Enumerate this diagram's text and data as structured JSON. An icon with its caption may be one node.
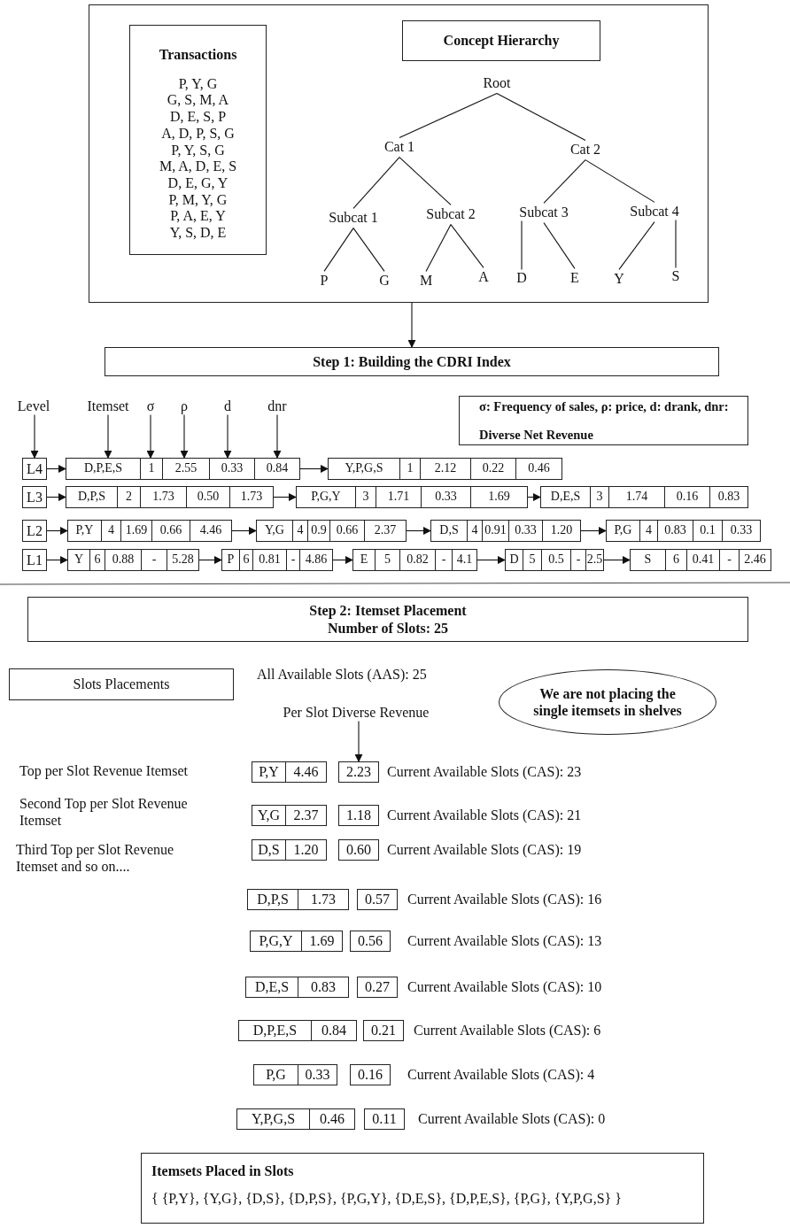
{
  "diagram": {
    "nodes": [
      {
        "text": [],
        "shape": "box"
      },
      {
        "text": [
          "Transactions",
          "P, Y, G",
          "G, S, M, A",
          "D, E, S, P",
          "A, D, P, S, G",
          "P, Y, S, G",
          "M, A, D, E, S",
          "D, E, G, Y",
          "P, M, Y, G",
          "P, A, E, Y",
          "Y, S, D, E"
        ],
        "in": 0
      },
      {
        "text": [
          "Concept Hierarchy"
        ],
        "in": 0
      },
      {
        "text": [
          "Root"
        ],
        "in": 0
      },
      {
        "text": [
          "Cat 1"
        ],
        "in": 0
      },
      {
        "text": [
          "Cat 2"
        ],
        "in": 0
      },
      {
        "text": [
          "Subcat 1"
        ],
        "in": 0
      },
      {
        "text": [
          "Subcat 2"
        ],
        "in": 0
      },
      {
        "text": [
          "Subcat 3"
        ],
        "in": 0
      },
      {
        "text": [
          "Subcat 4"
        ],
        "in": 0
      },
      {
        "text": [
          "P"
        ],
        "in": 0
      },
      {
        "text": [
          "G"
        ],
        "in": 0
      },
      {
        "text": [
          "M"
        ],
        "in": 0
      },
      {
        "text": [
          "A"
        ],
        "in": 0
      },
      {
        "text": [
          "D"
        ],
        "in": 0
      },
      {
        "text": [
          "E"
        ],
        "in": 0
      },
      {
        "text": [
          "Y"
        ],
        "in": 0
      },
      {
        "text": [
          "S"
        ],
        "in": 0
      },
      {
        "text": [
          "Step 1: Building the CDRI Index"
        ]
      },
      {
        "text": [
          "Level"
        ]
      },
      {
        "text": [
          "Itemset"
        ]
      },
      {
        "text": [
          "σ"
        ]
      },
      {
        "text": [
          "ρ"
        ]
      },
      {
        "text": [
          "d"
        ]
      },
      {
        "text": [
          "dnr"
        ]
      },
      {
        "text": [
          "σ: Frequency of sales, ρ: price, d: drank, dnr: Diverse Net Revenue"
        ]
      },
      {
        "text": [
          "L4"
        ]
      },
      {
        "text": [
          "D,P,E,S",
          "1",
          "2.55",
          "0.33",
          "0.84"
        ]
      },
      {
        "text": [
          "Y,P,G,S",
          "1",
          "2.12",
          "0.22",
          "0.46"
        ]
      },
      {
        "text": [
          "L3"
        ]
      },
      {
        "text": [
          "D,P,S",
          "2",
          "1.73",
          "0.50",
          "1.73"
        ]
      },
      {
        "text": [
          "P,G,Y",
          "3",
          "1.71",
          "0.33",
          "1.69"
        ]
      },
      {
        "text": [
          "D,E,S",
          "3",
          "1.74",
          "0.16",
          "0.83"
        ]
      },
      {
        "text": [
          "L2"
        ]
      },
      {
        "text": [
          "P,Y",
          "4",
          "1.69",
          "0.66",
          "4.46"
        ]
      },
      {
        "text": [
          "Y,G",
          "4",
          "0.9",
          "0.66",
          "2.37"
        ]
      },
      {
        "text": [
          "D,S",
          "4",
          "0.91",
          "0.33",
          "1.20"
        ]
      },
      {
        "text": [
          "P,G",
          "4",
          "0.83",
          "0.1",
          "0.33"
        ]
      },
      {
        "text": [
          "L1"
        ]
      },
      {
        "text": [
          "Y",
          "6",
          "0.88",
          "-",
          "5.28"
        ]
      },
      {
        "text": [
          "P",
          "6",
          "0.81",
          "-",
          "4.86"
        ]
      },
      {
        "text": [
          "E",
          "5",
          "0.82",
          "-",
          "4.1"
        ]
      },
      {
        "text": [
          "D",
          "5",
          "0.5",
          "-",
          "2.5"
        ]
      },
      {
        "text": [
          "S",
          "6",
          "0.41",
          "-",
          "2.46"
        ]
      },
      {
        "text": [
          "Step 2: Itemset Placement",
          "Number of Slots: 25"
        ]
      },
      {
        "text": [
          "Slots Placements"
        ]
      },
      {
        "text": [
          "We are not placing the single itemsets in shelves"
        ]
      },
      {
        "text": [
          "Per Slot Diverse Revenue"
        ]
      },
      {
        "text": [
          "P,Y",
          "4.46"
        ]
      },
      {
        "text": [
          "2.23"
        ]
      },
      {
        "text": [
          "Y,G",
          "2.37"
        ]
      },
      {
        "text": [
          "1.18"
        ]
      },
      {
        "text": [
          "D,S",
          "1.20"
        ]
      },
      {
        "text": [
          "0.60"
        ]
      },
      {
        "text": [
          "D,P,S",
          "1.73"
        ]
      },
      {
        "text": [
          "0.57"
        ]
      },
      {
        "text": [
          "P,G,Y",
          "1.69"
        ]
      },
      {
        "text": [
          "0.56"
        ]
      },
      {
        "text": [
          "D,E,S",
          "0.83"
        ]
      },
      {
        "text": [
          "0.27"
        ]
      },
      {
        "text": [
          "D,P,E,S",
          "0.84"
        ]
      },
      {
        "text": [
          "0.21"
        ]
      },
      {
        "text": [
          "P,G",
          "0.33"
        ]
      },
      {
        "text": [
          "0.16"
        ]
      },
      {
        "text": [
          "Y,P,G,S",
          "0.46"
        ]
      },
      {
        "text": [
          "0.11"
        ]
      },
      {
        "text": [
          "Itemsets Placed in Slots",
          "{ {P,Y}, {Y,G}, {D,S}, {D,P,S}, {P,G,Y}, {D,E,S}, {D,P,E,S}, {P,G}, {Y,P,G,S} }"
        ]
      }
    ],
    "edges": [
      {
        "from": 3,
        "to": 4,
        "arrow": "none"
      },
      {
        "from": 3,
        "to": 5,
        "arrow": "none"
      },
      {
        "from": 4,
        "to": 6,
        "arrow": "none"
      },
      {
        "from": 4,
        "to": 7,
        "arrow": "none"
      },
      {
        "from": 5,
        "to": 8,
        "arrow": "none"
      },
      {
        "from": 5,
        "to": 9,
        "arrow": "none"
      },
      {
        "from": 6,
        "to": 10,
        "arrow": "none"
      },
      {
        "from": 6,
        "to": 11,
        "arrow": "none"
      },
      {
        "from": 7,
        "to": 12,
        "arrow": "none"
      },
      {
        "from": 7,
        "to": 13,
        "arrow": "none"
      },
      {
        "from": 8,
        "to": 14,
        "arrow": "none"
      },
      {
        "from": 8,
        "to": 15,
        "arrow": "none"
      },
      {
        "from": 9,
        "to": 16,
        "arrow": "none"
      },
      {
        "from": 9,
        "to": 17,
        "arrow": "none"
      },
      {
        "from": 0,
        "to": 18,
        "arrow": "to"
      },
      {
        "from": 19,
        "to": 26,
        "arrow": "to"
      },
      {
        "from": 20,
        "to": 27,
        "arrow": "to"
      },
      {
        "from": 21,
        "to": 27,
        "arrow": "to"
      },
      {
        "from": 22,
        "to": 27,
        "arrow": "to"
      },
      {
        "from": 23,
        "to": 27,
        "arrow": "to"
      },
      {
        "from": 24,
        "to": 27,
        "arrow": "to"
      },
      {
        "from": 26,
        "to": 27,
        "arrow": "to"
      },
      {
        "from": 27,
        "to": 28,
        "arrow": "to"
      },
      {
        "from": 29,
        "to": 30,
        "arrow": "to"
      },
      {
        "from": 30,
        "to": 31,
        "arrow": "to"
      },
      {
        "from": 31,
        "to": 32,
        "arrow": "to"
      },
      {
        "from": 33,
        "to": 34,
        "arrow": "to"
      },
      {
        "from": 34,
        "to": 35,
        "arrow": "to"
      },
      {
        "from": 35,
        "to": 36,
        "arrow": "to"
      },
      {
        "from": 36,
        "to": 37,
        "arrow": "to"
      },
      {
        "from": 38,
        "to": 39,
        "arrow": "to"
      },
      {
        "from": 39,
        "to": 40,
        "arrow": "to"
      },
      {
        "from": 40,
        "to": 41,
        "arrow": "to"
      },
      {
        "from": 41,
        "to": 42,
        "arrow": "to"
      },
      {
        "from": 42,
        "to": 43,
        "arrow": "to"
      },
      {
        "from": 47,
        "to": 49,
        "arrow": "to"
      }
    ],
    "labels": [
      "All Available Slots (AAS): 25",
      "Top per Slot Revenue Itemset",
      "Current Available Slots (CAS): 23",
      "Second Top per Slot Revenue Itemset",
      "Current Available Slots (CAS): 21",
      "Third Top per Slot Revenue Itemset and so on....",
      "Current Available Slots (CAS): 19",
      "Current Available Slots (CAS): 16",
      "Current Available Slots (CAS): 13",
      "Current Available Slots (CAS): 10",
      "Current Available Slots (CAS): 6",
      "Current Available Slots (CAS): 4",
      "Current Available Slots (CAS): 0"
    ]
  }
}
